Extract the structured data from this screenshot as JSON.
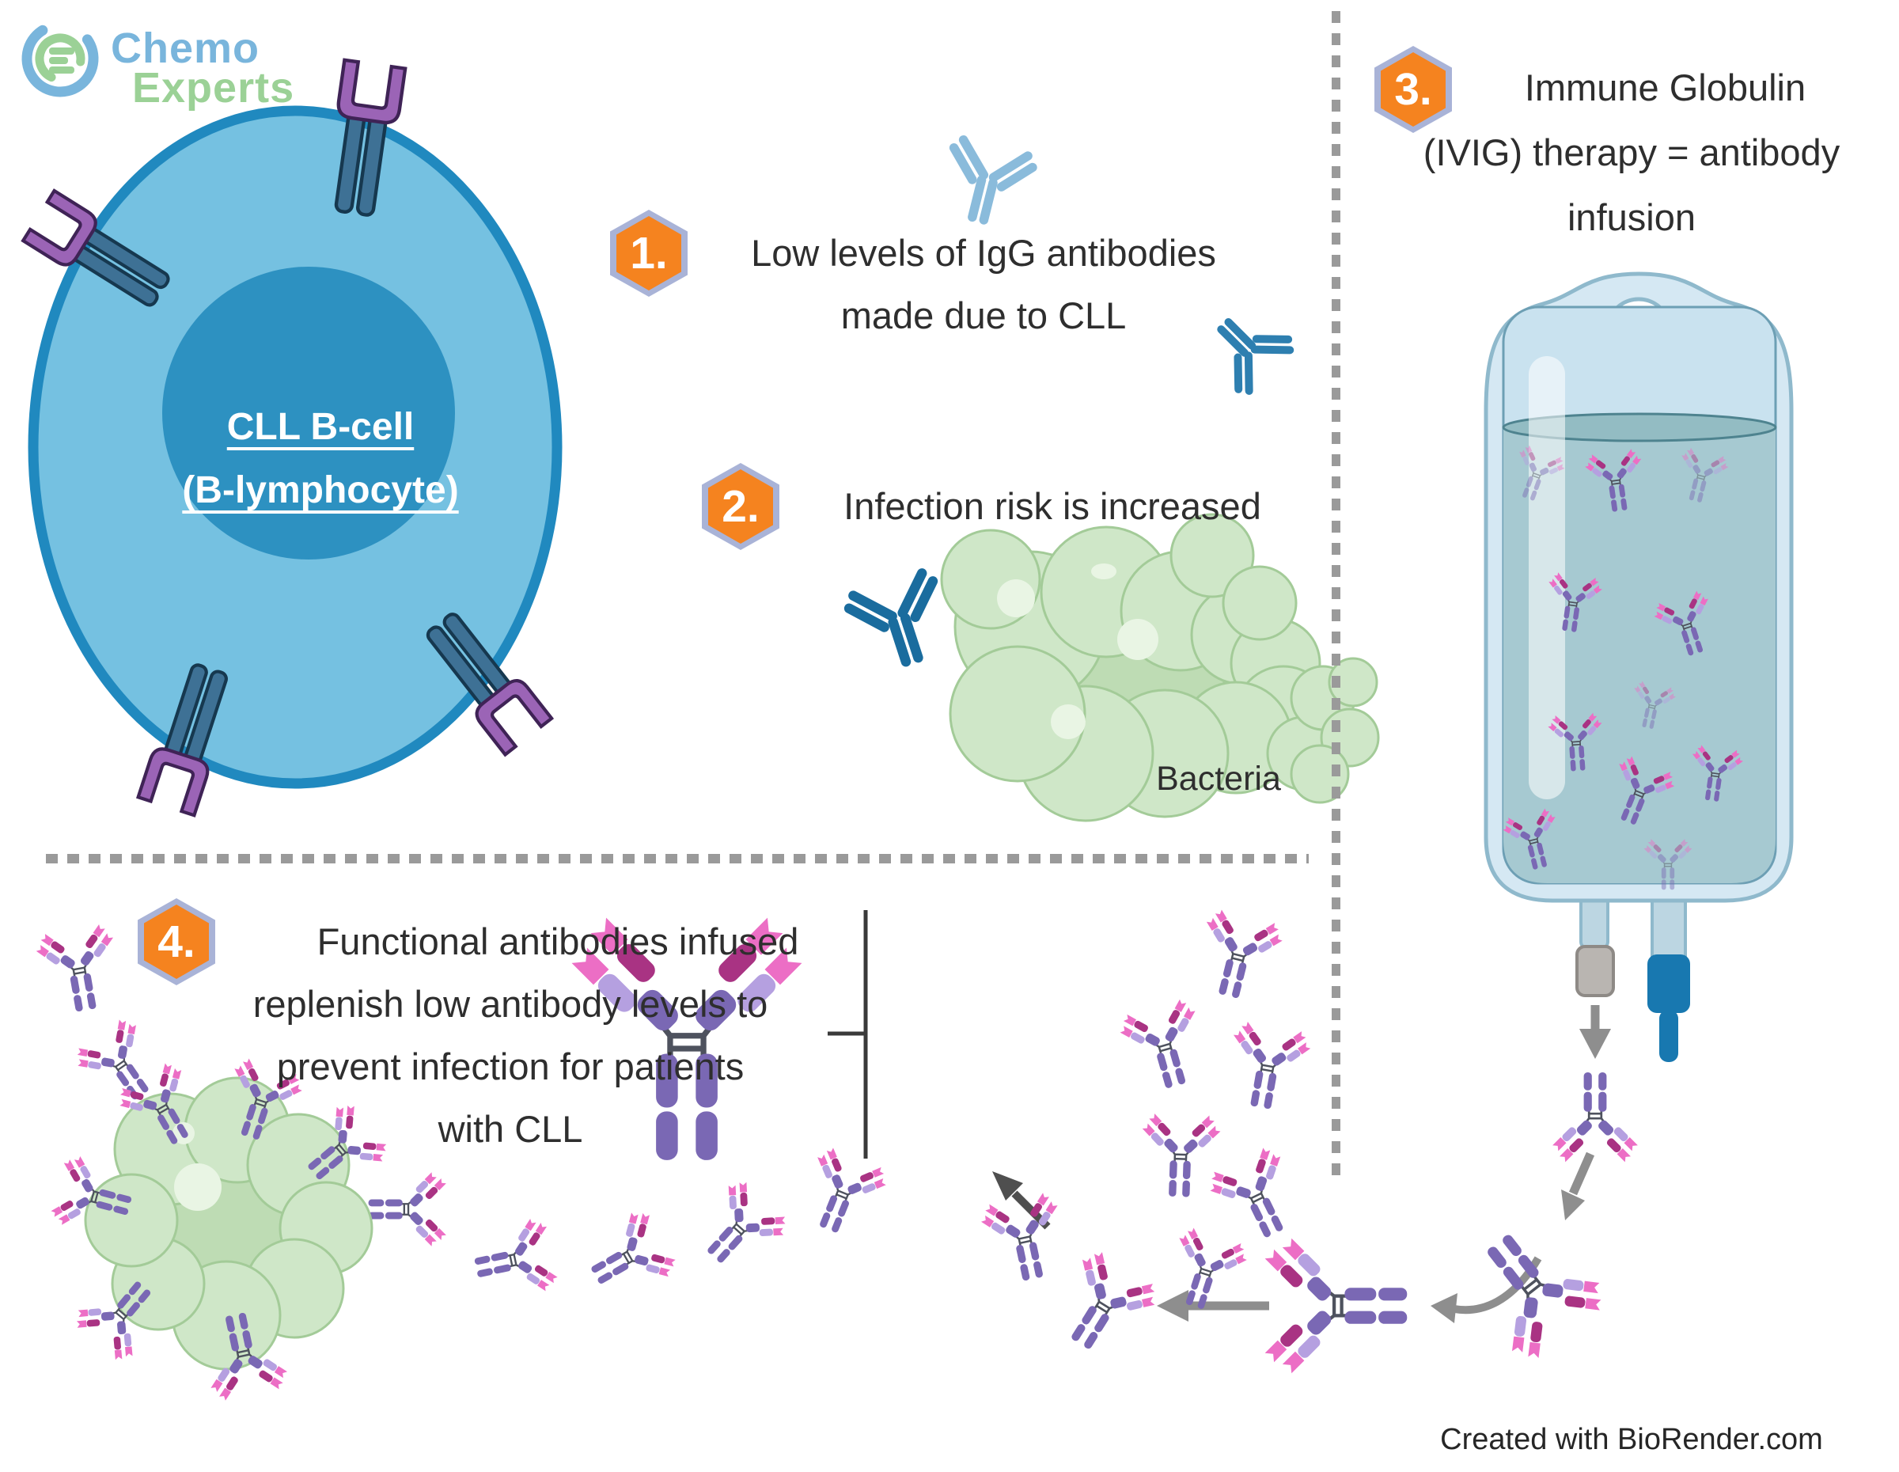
{
  "logo": {
    "brand_top": "Chemo",
    "brand_bottom": "Experts"
  },
  "cell": {
    "label_line1": "CLL B-cell",
    "label_line2": "(B-lymphocyte)"
  },
  "steps": [
    {
      "number": "1.",
      "lines": [
        "Low levels of IgG antibodies",
        "made due to CLL"
      ]
    },
    {
      "number": "2.",
      "lines": [
        "Infection risk is increased"
      ]
    },
    {
      "number": "3.",
      "lines": [
        "Immune Globulin",
        "(IVIG) therapy = antibody",
        "infusion"
      ]
    },
    {
      "number": "4.",
      "lines": [
        "Functional antibodies infused",
        "replenish low antibody levels to",
        "prevent infection for patients",
        "with CLL"
      ]
    }
  ],
  "labels": {
    "bacteria": "Bacteria"
  },
  "footer": {
    "credit": "Created with BioRender.com"
  },
  "colors": {
    "ink": "#2e2e2e",
    "hex-fill": "#f5831f",
    "hex-border": "#a9b3d7",
    "cell-fill": "#75c1e1",
    "cell-stroke": "#2089bf",
    "nucleus": "#2d91c1",
    "bcr-stem": "#3e7195",
    "bcr-stem-line": "#16384f",
    "bcr-u": "#9b64b6",
    "bcr-u-line": "#3f2356",
    "bac-fill": "#cfe7c8",
    "bac-fill2": "#bedcb4",
    "bac-hi": "#e9f5e4",
    "bac-line": "#a3cb98",
    "ab-purple": "#7a68b4",
    "ab-lav": "#b5a0e0",
    "ab-mag": "#a93383",
    "ab-pink": "#ec6ec5",
    "ab-hinge": "#4e525e",
    "ab-blue-light": "#8abbdb",
    "ab-blue": "#2e7fb0",
    "ab-blue-dark": "#1a6c9e",
    "bag-outer": "#d5e8f3",
    "bag-line": "#8fb9cc",
    "bag-inner": "#c9e2ef",
    "bag-inner-line": "#6d9fb4",
    "liquid": "#a6c9d1",
    "liquid-top": "#93bcc3",
    "liquid-top-line": "#4e838f",
    "tube": "#bcd6e2",
    "cap-gray": "#b9b5b1",
    "cap-gray-line": "#8e8a86",
    "cap-blue": "#1878b0",
    "arrow": "#8e8e8e",
    "arrow-dark": "#4f4f4f",
    "divider": "#9a9a9a",
    "logo-blue": "#79b5dc",
    "logo-green": "#9bd196",
    "credit": "#262626"
  }
}
